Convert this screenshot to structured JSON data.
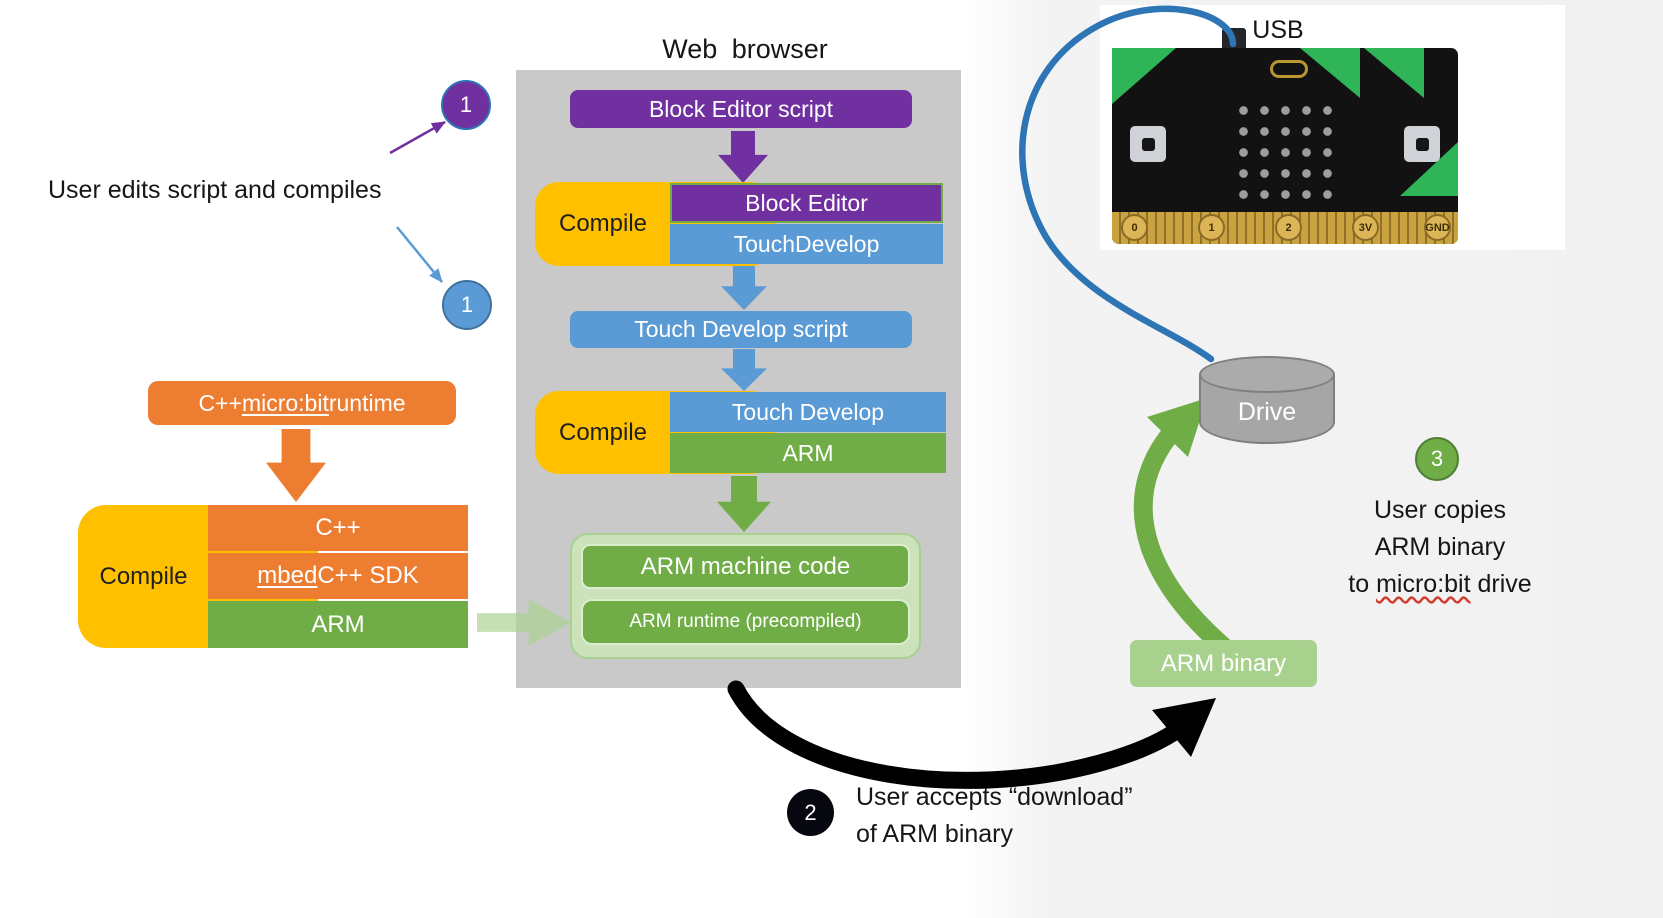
{
  "title": "Web browser",
  "annotations": {
    "user_edits": "User edits script and compiles",
    "step1_purple": "1",
    "step1_blue": "1",
    "step2": "2",
    "step3": "3",
    "accepts_line1": "User accepts “download”",
    "accepts_line2": "of ARM binary",
    "copies_line1": "User copies",
    "copies_line2": "ARM binary",
    "copies_line3_pre": "to ",
    "copies_line3_link": "micro:bit",
    "copies_line3_post": " drive",
    "usb": "USB"
  },
  "browser": {
    "block_editor_script": "Block Editor script",
    "compile_top": {
      "label": "Compile",
      "source": "Block Editor",
      "target": "TouchDevelop"
    },
    "touch_develop_script": "Touch Develop script",
    "compile_bottom": {
      "label": "Compile",
      "source": "Touch Develop",
      "target": "ARM"
    },
    "arm_machine_code": "ARM machine code",
    "arm_runtime": "ARM runtime (precompiled)"
  },
  "native": {
    "cpp_runtime_pre": "C++ ",
    "cpp_runtime_link": "micro:bit",
    "cpp_runtime_post": " runtime",
    "compile_label": "Compile",
    "row_cpp": "C++",
    "row_mbed_link": "mbed",
    "row_mbed_rest": " C++ SDK",
    "row_arm": "ARM"
  },
  "device": {
    "drive": "Drive",
    "arm_binary": "ARM binary",
    "pins": [
      "0",
      "1",
      "2",
      "3V",
      "GND"
    ]
  },
  "colors": {
    "purple": "#7030a0",
    "blue": "#5b9bd5",
    "yellow": "#ffc000",
    "orange": "#ed7d31",
    "green": "#70ad47",
    "light_green": "#a9d18e",
    "pale_green_panel": "#cbe2ba",
    "browser_gray": "#c9c9c9",
    "drive_gray": "#a6a6a6",
    "cable_blue": "#2e75b6",
    "board_green": "#2fb457",
    "black": "#000000"
  }
}
